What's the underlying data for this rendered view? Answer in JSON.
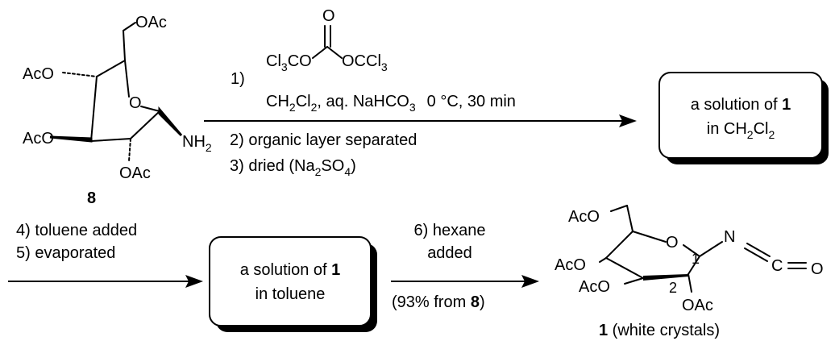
{
  "compound8": {
    "groups": {
      "oac_top": "OAc",
      "aco_left": "AcO",
      "o_ring": "O",
      "aco_lower": "AcO",
      "nh2": "NH",
      "nh2_sub": "2",
      "oac_bottom": "OAc"
    },
    "label": "8"
  },
  "step1": {
    "number": "1)",
    "reagent": {
      "carbonyl_o": "O",
      "left_group": "Cl",
      "left_sub": "3",
      "left_tail": "CO",
      "right_group": "OCCl",
      "right_sub": "3"
    },
    "conditions": {
      "a": "CH",
      "a_sub1": "2",
      "b": "Cl",
      "b_sub": "2",
      "c": ", aq. NaHCO",
      "c_sub": "3",
      "d": "0 °C, 30 min"
    }
  },
  "step2": "2) organic layer separated",
  "step3": {
    "text": "3) dried (Na",
    "sub1": "2",
    "mid": "SO",
    "sub2": "4",
    "end": ")"
  },
  "box1": {
    "line1_pre": "a solution of ",
    "line1_bold": "1",
    "line2_pre": "in CH",
    "sub1": "2",
    "mid": "Cl",
    "sub2": "2"
  },
  "step4": "4) toluene added",
  "step5": "5) evaporated",
  "box2": {
    "line1_pre": "a solution of ",
    "line1_bold": "1",
    "line2": "in toluene"
  },
  "step6_line1": "6) hexane",
  "step6_line2": "added",
  "yield": {
    "pre": "(93% from ",
    "bold": "8",
    "post": ")"
  },
  "product": {
    "groups": {
      "aco_top": "AcO",
      "o_ring": "O",
      "aco_mid": "AcO",
      "aco_low": "AcO",
      "oac": "OAc",
      "n": "N",
      "c": "C",
      "o": "O",
      "pos1": "1",
      "pos2": "2"
    },
    "label_bold": "1",
    "label_rest": " (white crystals)"
  }
}
